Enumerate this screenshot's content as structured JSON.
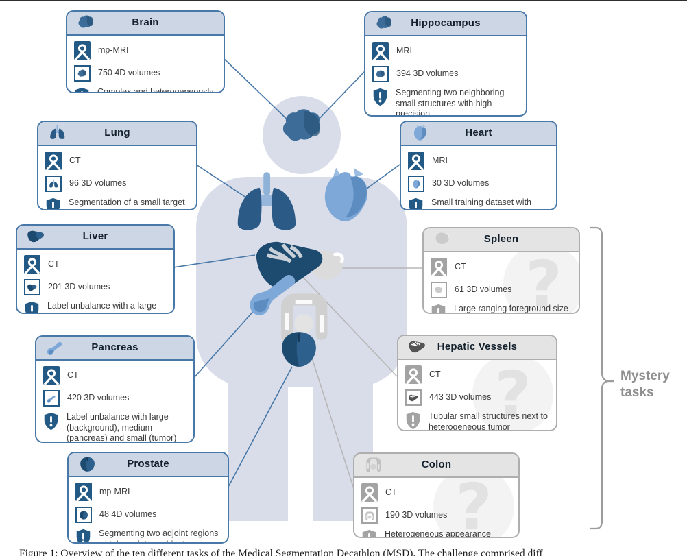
{
  "figure": {
    "caption": "Figure 1: Overview of the ten different tasks of the Medical Segmentation Decathlon (MSD). The challenge comprised diff"
  },
  "mystery": {
    "label": "Mystery tasks",
    "question_mark": "?"
  },
  "colors": {
    "card_border_blue": "#4878a8",
    "card_header_blue": "#cdd6e4",
    "icon_blue": "#235a85",
    "card_border_gray": "#aeaeae",
    "card_header_gray": "#e4e4e4",
    "icon_gray": "#a3a3a3",
    "silhouette": "#d8dde9",
    "connector_blue": "#4878a8",
    "connector_gray": "#b7b7b7",
    "mystery_text": "#8f8f8f"
  },
  "icons": {
    "modality": "scanner-icon",
    "volumes": "organ-in-box-icon",
    "challenge": "shield-exclamation-icon"
  },
  "cards": [
    {
      "id": "brain",
      "title": "Brain",
      "theme": "blue",
      "organ_icon": "brain-icon",
      "modality": "mp-MRI",
      "volumes": "750 4D volumes",
      "challenge": "Complex and heterogeneously-located targets"
    },
    {
      "id": "hippocampus",
      "title": "Hippocampus",
      "theme": "blue",
      "organ_icon": "brain-icon",
      "modality": "MRI",
      "volumes": "394 3D volumes",
      "challenge": "Segmenting two neighboring small structures with high precision"
    },
    {
      "id": "lung",
      "title": "Lung",
      "theme": "blue",
      "organ_icon": "lungs-icon",
      "modality": "CT",
      "volumes": "96 3D volumes",
      "challenge": "Segmentation of a small target (cancer) in a large image"
    },
    {
      "id": "heart",
      "title": "Heart",
      "theme": "blue",
      "organ_icon": "heart-icon",
      "modality": "MRI",
      "volumes": "30 3D volumes",
      "challenge": "Small training dataset with large variability"
    },
    {
      "id": "liver",
      "title": "Liver",
      "theme": "blue",
      "organ_icon": "liver-icon",
      "modality": "CT",
      "volumes": "201 3D volumes",
      "challenge": "Label unbalance with a large (liver) and small (tumor) target"
    },
    {
      "id": "spleen",
      "title": "Spleen",
      "theme": "gray",
      "organ_icon": "spleen-icon",
      "modality": "CT",
      "volumes": "61 3D volumes",
      "challenge": "Large ranging foreground size"
    },
    {
      "id": "pancreas",
      "title": "Pancreas",
      "theme": "blue",
      "organ_icon": "pancreas-icon",
      "modality": "CT",
      "volumes": "420 3D volumes",
      "challenge": "Label unbalance with large (background), medium (pancreas) and small (tumor) structures"
    },
    {
      "id": "hepatic_vessels",
      "title": "Hepatic Vessels",
      "theme": "gray",
      "organ_icon": "hepatic-vessels-icon",
      "modality": "CT",
      "volumes": "443 3D volumes",
      "challenge": "Tubular small structures next to heterogeneous tumor"
    },
    {
      "id": "prostate",
      "title": "Prostate",
      "theme": "blue",
      "organ_icon": "prostate-icon",
      "modality": "mp-MRI",
      "volumes": "48 4D volumes",
      "challenge": "Segmenting two adjoint regions with large inter-subject variations"
    },
    {
      "id": "colon",
      "title": "Colon",
      "theme": "gray",
      "organ_icon": "colon-icon",
      "modality": "CT",
      "volumes": "190 3D volumes",
      "challenge": "Heterogeneous appearance"
    }
  ]
}
